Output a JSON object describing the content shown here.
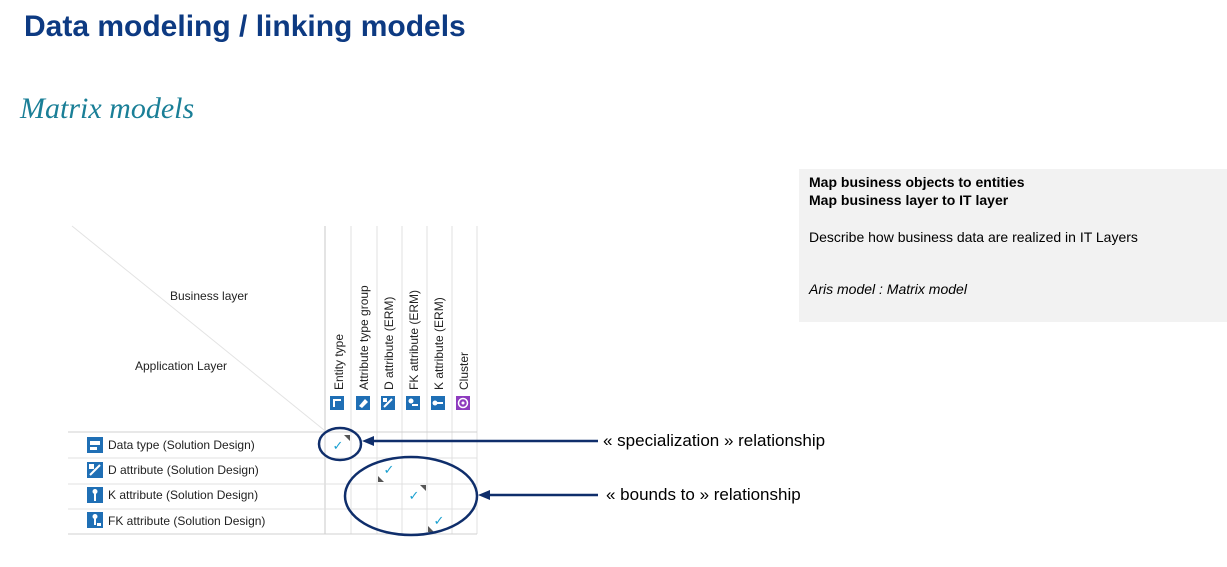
{
  "slide": {
    "title": "Data modeling / linking models",
    "subtitle": "Matrix models"
  },
  "info": {
    "line1": "Map business objects to entities",
    "line2": "Map business layer to IT layer",
    "line3": "Describe how business data are realized in IT Layers",
    "line4": "Aris model : Matrix model"
  },
  "matrix": {
    "corner_top": "Business layer",
    "corner_bottom": "Application Layer",
    "columns": [
      {
        "label": "Entity type",
        "icon": "entity-type-icon",
        "color": "#1f6fb5"
      },
      {
        "label": "Attribute type group",
        "icon": "attribute-group-icon",
        "color": "#1f6fb5"
      },
      {
        "label": "D attribute (ERM)",
        "icon": "d-attribute-icon",
        "color": "#1f6fb5"
      },
      {
        "label": "FK attribute (ERM)",
        "icon": "fk-attribute-icon",
        "color": "#1f6fb5"
      },
      {
        "label": "K attribute (ERM)",
        "icon": "k-attribute-icon",
        "color": "#1f6fb5"
      },
      {
        "label": "Cluster",
        "icon": "cluster-icon",
        "color": "#8e3bbf"
      }
    ],
    "rows": [
      {
        "label": "Data type (Solution Design)",
        "icon": "data-type-icon"
      },
      {
        "label": "D attribute (Solution Design)",
        "icon": "d-attribute-icon"
      },
      {
        "label": "K attribute (Solution Design)",
        "icon": "k-attribute-icon"
      },
      {
        "label": "FK attribute (Solution Design)",
        "icon": "fk-attribute-icon"
      }
    ],
    "checks": [
      {
        "row": 0,
        "col": 0
      },
      {
        "row": 1,
        "col": 2
      },
      {
        "row": 2,
        "col": 3
      },
      {
        "row": 3,
        "col": 4
      }
    ],
    "check_glyph": "✓",
    "check_color": "#1aa0d0",
    "highlight_color": "#0f2e6b"
  },
  "annotations": {
    "specialization": "« specialization » relationship",
    "bounds": "« bounds to » relationship"
  }
}
